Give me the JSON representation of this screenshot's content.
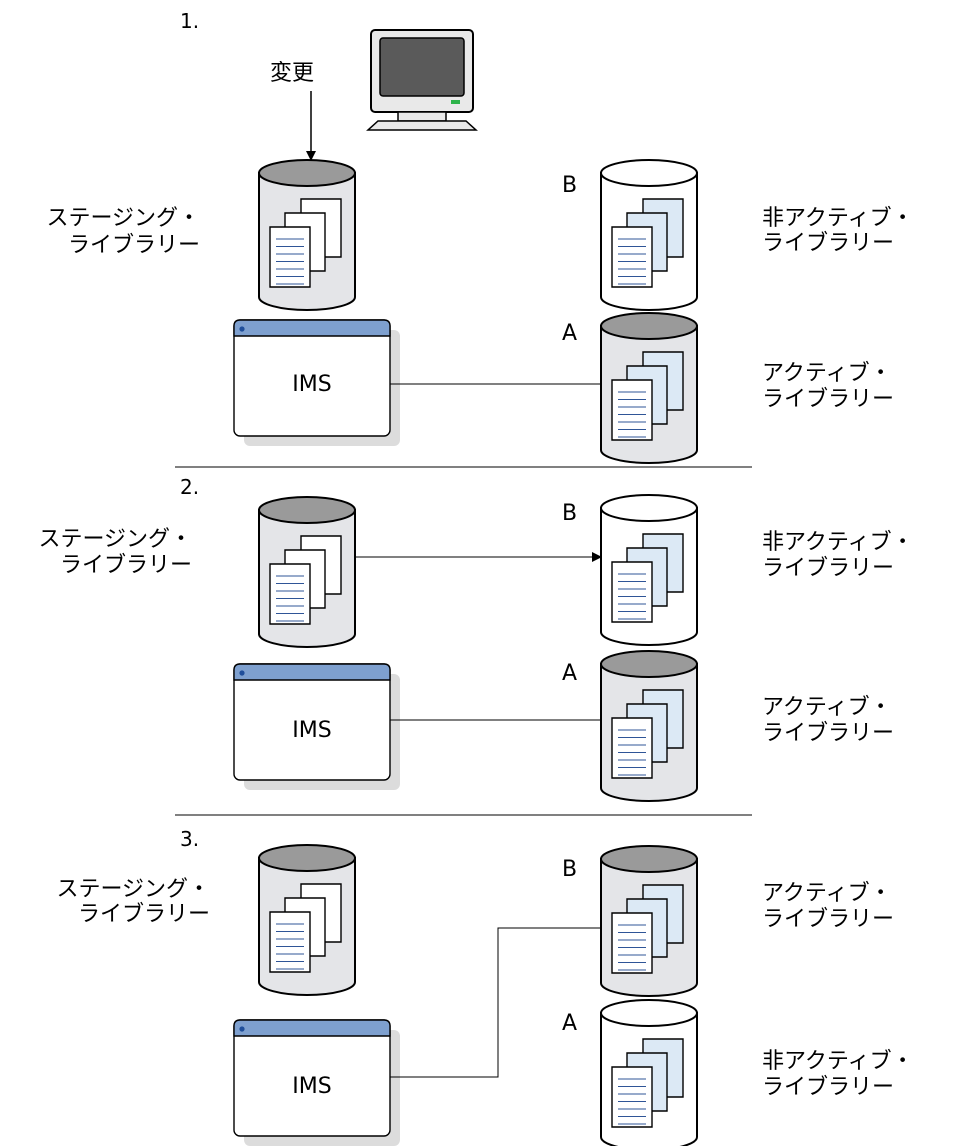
{
  "change_label": "変更",
  "panels": [
    {
      "number": "1.",
      "staging": {
        "line1": "ステージング・",
        "line2": "ライブラリー"
      },
      "top_lib": {
        "tag": "B",
        "state": "inactive",
        "line1": "非アクティブ・",
        "line2": "ライブラリー"
      },
      "bottom_lib": {
        "tag": "A",
        "state": "active",
        "line1": "アクティブ・",
        "line2": "ライブラリー"
      },
      "ims_label": "IMS",
      "connection": "IMS-A"
    },
    {
      "number": "2.",
      "staging": {
        "line1": "ステージング・",
        "line2": "ライブラリー"
      },
      "top_lib": {
        "tag": "B",
        "state": "inactive",
        "line1": "非アクティブ・",
        "line2": "ライブラリー"
      },
      "bottom_lib": {
        "tag": "A",
        "state": "active",
        "line1": "アクティブ・",
        "line2": "ライブラリー"
      },
      "ims_label": "IMS",
      "connection": "IMS-A",
      "copy_arrow": "staging-to-B"
    },
    {
      "number": "3.",
      "staging": {
        "line1": "ステージング・",
        "line2": "ライブラリー"
      },
      "top_lib": {
        "tag": "B",
        "state": "active",
        "line1": "アクティブ・",
        "line2": "ライブラリー"
      },
      "bottom_lib": {
        "tag": "A",
        "state": "inactive",
        "line1": "非アクティブ・",
        "line2": "ライブラリー"
      },
      "ims_label": "IMS",
      "connection": "IMS-B"
    }
  ],
  "colors": {
    "cylinder_body": "#e4e5e8",
    "cylinder_top_active": "#9a9a9a",
    "cylinder_top_inactive": "#ffffff",
    "doc_back_staging": "#ffffff",
    "doc_back_inactive": "#dce9f5",
    "doc_lines": "#2f5597",
    "window_titlebar": "#7ea0cf",
    "window_dot": "#1f4e9a",
    "window_shadow": "#dcdcdc",
    "monitor_screen": "#5a5a5a",
    "monitor_led": "#2db34a"
  }
}
